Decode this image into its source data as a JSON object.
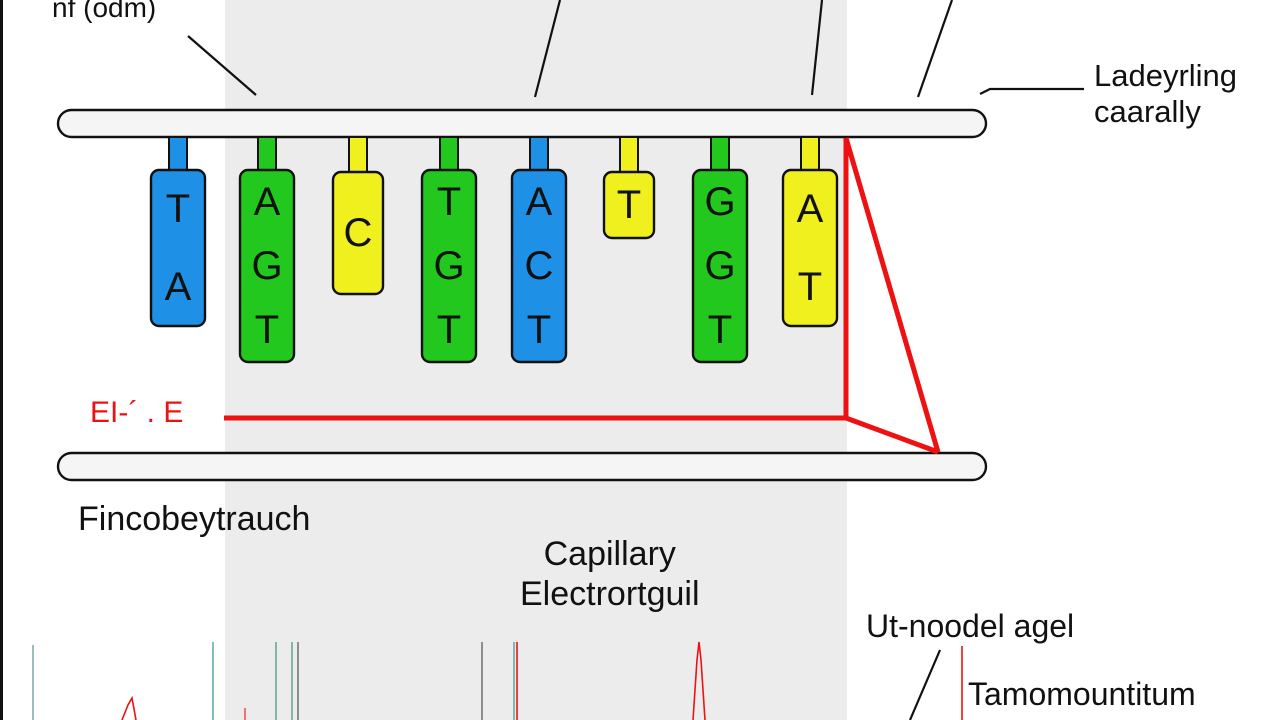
{
  "colors": {
    "blue": "#1e90e6",
    "green": "#22c81e",
    "yellow": "#f0f01e",
    "red": "#ee1111",
    "panel": "#ececec",
    "outline": "#111111"
  },
  "labels": {
    "top_left": "nf (odm)",
    "right_line1": "Ladeyrling",
    "right_line2": "caarally",
    "bottom_left": "Fincobeytrauch",
    "center_line1": "Capillary",
    "center_line2": "Electrortguil",
    "bottom_right": "Ut-noodel agel",
    "footer": "Tamomountitum",
    "red_marker": "EI-´ . E"
  },
  "strands": [
    {
      "color": "blue",
      "bases": [
        "T",
        "A"
      ]
    },
    {
      "color": "green",
      "bases": [
        "A",
        "G",
        "T"
      ]
    },
    {
      "color": "yellow",
      "bases": [
        "C"
      ]
    },
    {
      "color": "green",
      "bases": [
        "T",
        "G",
        "T"
      ]
    },
    {
      "color": "blue",
      "bases": [
        "A",
        "C",
        "T"
      ]
    },
    {
      "color": "yellow",
      "bases": [
        "T"
      ]
    },
    {
      "color": "green",
      "bases": [
        "G",
        "G",
        "T"
      ]
    },
    {
      "color": "yellow",
      "bases": [
        "A",
        "T"
      ]
    }
  ]
}
